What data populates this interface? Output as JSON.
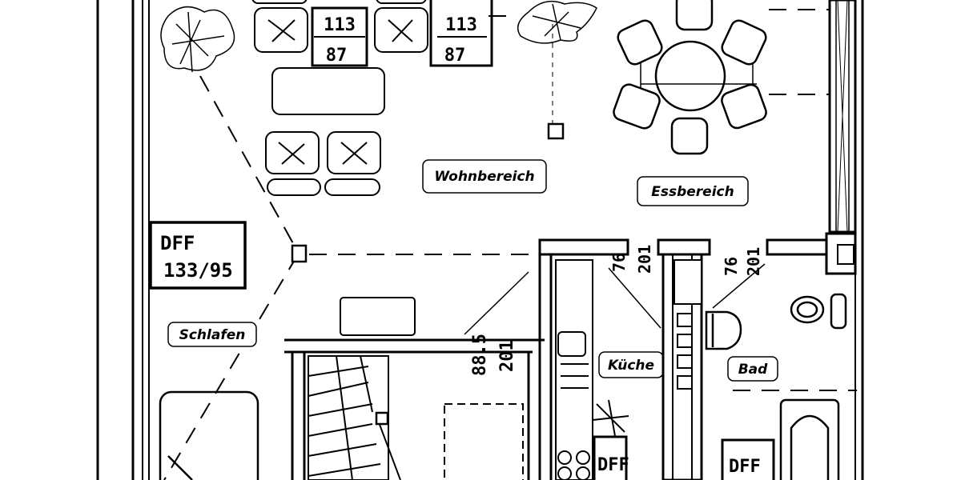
{
  "rooms": {
    "wohnbereich": "Wohnbereich",
    "essbereich": "Essbereich",
    "schlafen": "Schlafen",
    "kueche": "Küche",
    "bad": "Bad"
  },
  "windows": {
    "window_1_top": "113",
    "window_1_bottom": "87",
    "window_2_top": "113",
    "window_2_bottom": "87",
    "roof_window_left_type": "DFF",
    "roof_window_left_size": "133/95",
    "roof_window_kitchen_type": "DFF",
    "roof_window_bath_type": "DFF"
  },
  "doors": {
    "door_left_width": "88.5",
    "door_left_height": "201",
    "door_kitchen_width": "76",
    "door_kitchen_height": "201",
    "door_bath_width": "76",
    "door_bath_height": "201"
  }
}
